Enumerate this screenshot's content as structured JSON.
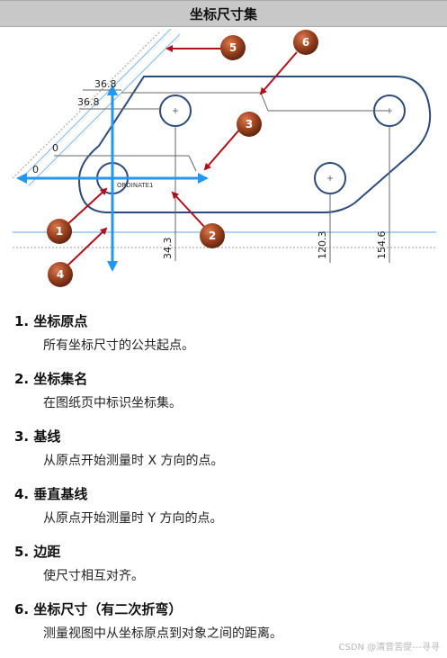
{
  "title": "坐标尺寸集",
  "figure": {
    "dim_labels": {
      "top_y1": "36.8",
      "top_y2": "36.8",
      "y_zero": "0",
      "x_zero": "0",
      "bottom_1": "34.3",
      "bottom_2": "120.3",
      "bottom_3": "154.6",
      "ordinate_tag": "ORDINATE1"
    },
    "callouts": [
      "1",
      "2",
      "3",
      "4",
      "5",
      "6"
    ],
    "colors": {
      "callout_fill": "#8b3a1c",
      "arrow_red": "#b0101c",
      "axis_blue": "#2196f3",
      "part_outline": "#2c4a7a"
    }
  },
  "items": [
    {
      "title": "1. 坐标原点",
      "desc": "所有坐标尺寸的公共起点。"
    },
    {
      "title": "2. 坐标集名",
      "desc": "在图纸页中标识坐标集。"
    },
    {
      "title": "3. 基线",
      "desc": "从原点开始测量时 X 方向的点。"
    },
    {
      "title": "4. 垂直基线",
      "desc": "从原点开始测量时 Y 方向的点。"
    },
    {
      "title": "5. 边距",
      "desc": "使尺寸相互对齐。"
    },
    {
      "title": "6. 坐标尺寸（有二次折弯）",
      "desc": "测量视图中从坐标原点到对象之间的距离。"
    }
  ],
  "watermark": "CSDN @清音苦提---寻寻"
}
